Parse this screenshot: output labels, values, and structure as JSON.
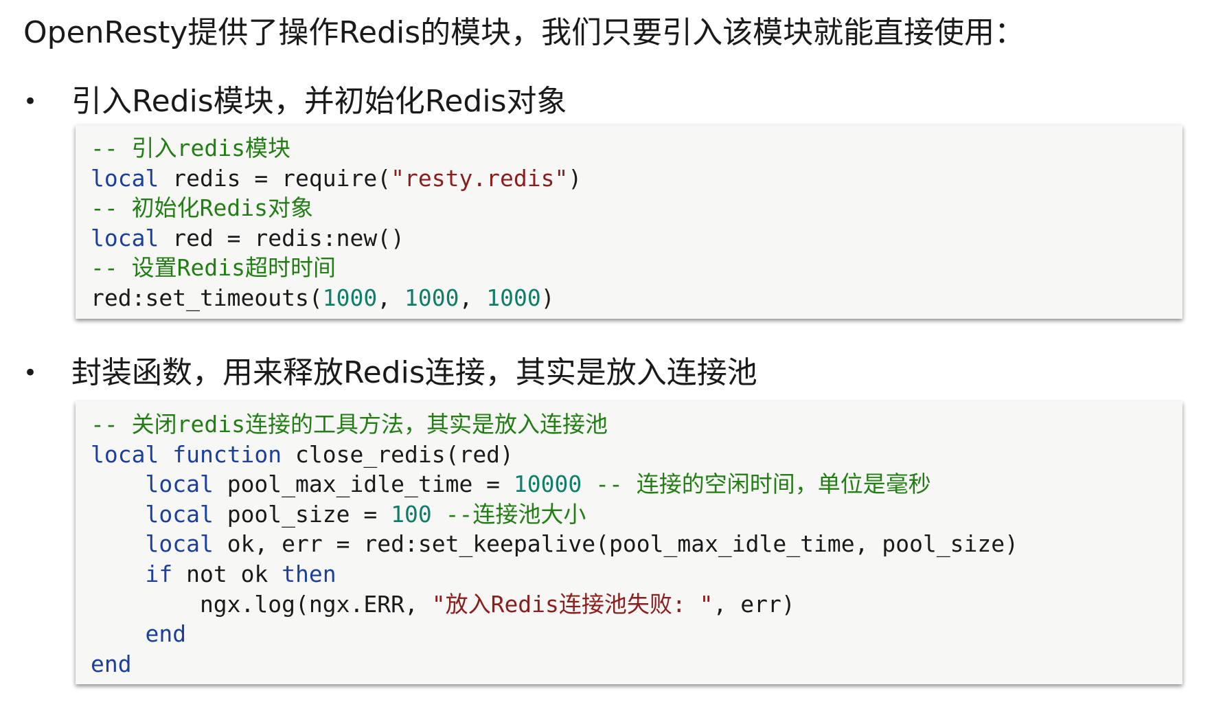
{
  "heading": "OpenResty提供了操作Redis的模块，我们只要引入该模块就能直接使用：",
  "bullets": [
    {
      "marker": "•",
      "text": "引入Redis模块，并初始化Redis对象"
    },
    {
      "marker": "•",
      "text": "封装函数，用来释放Redis连接，其实是放入连接池"
    }
  ],
  "code_block_1": {
    "lines": [
      [
        {
          "t": "-- 引入redis模块",
          "k": "cm"
        }
      ],
      [
        {
          "t": "local",
          "k": "kw"
        },
        {
          "t": " redis = require(",
          "k": "pl"
        },
        {
          "t": "\"resty.redis\"",
          "k": "st"
        },
        {
          "t": ")",
          "k": "pl"
        }
      ],
      [
        {
          "t": "-- 初始化Redis对象",
          "k": "cm"
        }
      ],
      [
        {
          "t": "local",
          "k": "kw"
        },
        {
          "t": " red = redis:new()",
          "k": "pl"
        }
      ],
      [
        {
          "t": "-- 设置Redis超时时间",
          "k": "cm"
        }
      ],
      [
        {
          "t": "red:set_timeouts(",
          "k": "pl"
        },
        {
          "t": "1000",
          "k": "nu"
        },
        {
          "t": ", ",
          "k": "pl"
        },
        {
          "t": "1000",
          "k": "nu"
        },
        {
          "t": ", ",
          "k": "pl"
        },
        {
          "t": "1000",
          "k": "nu"
        },
        {
          "t": ")",
          "k": "pl"
        }
      ]
    ]
  },
  "code_block_2": {
    "lines": [
      [
        {
          "t": "-- 关闭redis连接的工具方法，其实是放入连接池",
          "k": "cm"
        }
      ],
      [
        {
          "t": "local",
          "k": "kw"
        },
        {
          "t": " ",
          "k": "pl"
        },
        {
          "t": "function",
          "k": "kw"
        },
        {
          "t": " close_redis(red)",
          "k": "pl"
        }
      ],
      [
        {
          "t": "    ",
          "k": "pl"
        },
        {
          "t": "local",
          "k": "kw"
        },
        {
          "t": " pool_max_idle_time = ",
          "k": "pl"
        },
        {
          "t": "10000",
          "k": "nu"
        },
        {
          "t": " -- 连接的空闲时间，单位是毫秒",
          "k": "cm"
        }
      ],
      [
        {
          "t": "    ",
          "k": "pl"
        },
        {
          "t": "local",
          "k": "kw"
        },
        {
          "t": " pool_size = ",
          "k": "pl"
        },
        {
          "t": "100",
          "k": "nu"
        },
        {
          "t": " --连接池大小",
          "k": "cm"
        }
      ],
      [
        {
          "t": "    ",
          "k": "pl"
        },
        {
          "t": "local",
          "k": "kw"
        },
        {
          "t": " ok, err = red:set_keepalive(pool_max_idle_time, pool_size)",
          "k": "pl"
        }
      ],
      [
        {
          "t": "    ",
          "k": "pl"
        },
        {
          "t": "if",
          "k": "kw"
        },
        {
          "t": " not ok ",
          "k": "pl"
        },
        {
          "t": "then",
          "k": "kw"
        }
      ],
      [
        {
          "t": "        ngx.log(ngx.ERR, ",
          "k": "pl"
        },
        {
          "t": "\"放入Redis连接池失败: \"",
          "k": "st"
        },
        {
          "t": ", err)",
          "k": "pl"
        }
      ],
      [
        {
          "t": "    ",
          "k": "pl"
        },
        {
          "t": "end",
          "k": "kw"
        }
      ],
      [
        {
          "t": "end",
          "k": "kw"
        }
      ]
    ]
  }
}
